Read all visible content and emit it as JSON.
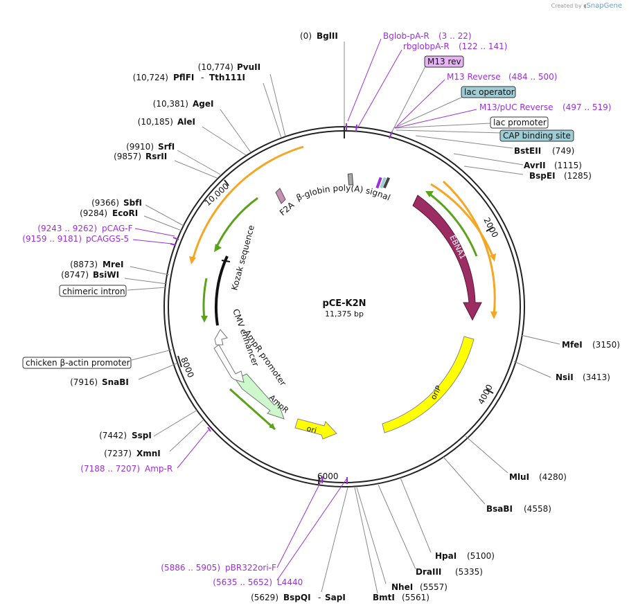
{
  "credit": {
    "prefix": "Created by",
    "brand": "SnapGene"
  },
  "plasmid": {
    "name": "pCE-K2N",
    "length": "11,375 bp"
  },
  "ticks": [
    "2000",
    "4000",
    "6000",
    "8000",
    "10,000"
  ],
  "enzymes_right": [
    {
      "name": "BstEII",
      "pos": "(749)"
    },
    {
      "name": "AvrII",
      "pos": "(1115)"
    },
    {
      "name": "BspEI",
      "pos": "(1285)"
    },
    {
      "name": "MfeI",
      "pos": "(3150)"
    },
    {
      "name": "NsiI",
      "pos": "(3413)"
    },
    {
      "name": "MluI",
      "pos": "(4280)"
    },
    {
      "name": "BsaBI",
      "pos": "(4558)"
    },
    {
      "name": "HpaI",
      "pos": "(5100)"
    },
    {
      "name": "DraIII",
      "pos": "(5335)"
    },
    {
      "name": "NheI",
      "pos": "(5557)"
    },
    {
      "name": "BmtI",
      "pos": "(5561)"
    }
  ],
  "enzymes_left": [
    {
      "name": "BglII",
      "pos": "(0)"
    },
    {
      "name": "PvuII",
      "pos": "(10,774)"
    },
    {
      "name": "PflFI",
      "name2": "Tth111I",
      "pos": "(10,724)"
    },
    {
      "name": "AgeI",
      "pos": "(10,381)"
    },
    {
      "name": "AleI",
      "pos": "(10,185)"
    },
    {
      "name": "SrfI",
      "pos": "(9910)"
    },
    {
      "name": "RsrII",
      "pos": "(9857)"
    },
    {
      "name": "SbfI",
      "pos": "(9366)"
    },
    {
      "name": "EcoRI",
      "pos": "(9284)"
    },
    {
      "name": "MreI",
      "pos": "(8873)"
    },
    {
      "name": "BsiWI",
      "pos": "(8747)"
    },
    {
      "name": "SnaBI",
      "pos": "(7916)"
    },
    {
      "name": "SspI",
      "pos": "(7442)"
    },
    {
      "name": "XmnI",
      "pos": "(7237)"
    },
    {
      "name": "BspQI",
      "name2": "SapI",
      "pos": "(5629)"
    }
  ],
  "primers": [
    {
      "name": "Bglob-pA-R",
      "range": "(3 .. 22)"
    },
    {
      "name": "rbglobpA-R",
      "range": "(122 .. 141)"
    },
    {
      "name": "M13 Reverse",
      "range": "(484 .. 500)"
    },
    {
      "name": "M13/pUC Reverse",
      "range": "(497 .. 519)"
    },
    {
      "name": "pCAG-F",
      "range": "(9243 .. 9262)"
    },
    {
      "name": "pCAGGS-5",
      "range": "(9159 .. 9181)"
    },
    {
      "name": "Amp-R",
      "range": "(7188 .. 7207)"
    },
    {
      "name": "pBR322ori-F",
      "range": "(5886 .. 5905)"
    },
    {
      "name": "L4440",
      "range": "(5635 .. 5652)"
    }
  ],
  "boxed_features": {
    "m13rev": "M13 rev",
    "lac_operator": "lac operator",
    "lac_promoter": "lac promoter",
    "cap": "CAP binding site",
    "chimeric": "chimeric intron",
    "chicken": "chicken β-actin promoter"
  },
  "features": {
    "ebna1": "EBNA1",
    "orip": "oriP",
    "ori": "ori",
    "ampr": "AmpR",
    "ampr_promoter": "AmpR promoter",
    "cmv": "CMV enhancer",
    "kozak": "Kozak sequence",
    "f2a": "F2A",
    "globin": "β-globin poly(A) signal"
  },
  "colors": {
    "ebna1": "#9b2d63",
    "orip": "#ffff00",
    "ampr": "#ccf8cc",
    "orange_arrow": "#f5a623",
    "green_arrow": "#5aa21a",
    "primer": "#9b30d9",
    "m13rev_fill": "#e6b3f5",
    "lac_fill": "#9ecdd6",
    "f2a_fill": "#c690b0"
  }
}
